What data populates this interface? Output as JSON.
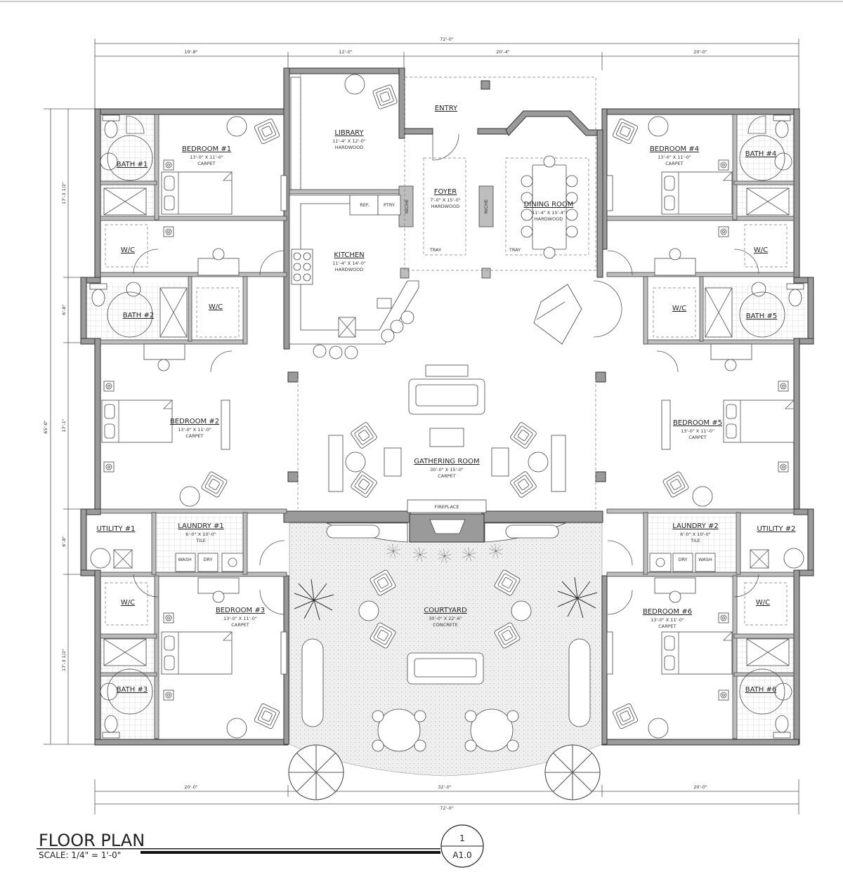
{
  "title": "FLOOR PLAN",
  "scale": "SCALE: 1/4\" = 1'-0\"",
  "sheet": {
    "number": "1",
    "id": "A1.0"
  },
  "dims": {
    "overall_width": "72'-0\"",
    "top_1": "19'-8\"",
    "top_2": "12'-0\"",
    "top_3": "20'-4\"",
    "top_4": "20'-0\"",
    "bottom_1": "20'-0\"",
    "bottom_2": "32'-0\"",
    "bottom_3": "20'-0\"",
    "overall_depth": "65'-0\"",
    "left_1": "17'-3 1/2\"",
    "left_2": "6'-8\"",
    "left_3": "17'-1\"",
    "left_4": "6'-8\"",
    "left_5": "17'-3 1/2\""
  },
  "rooms": {
    "bedroom1": {
      "name": "BEDROOM #1",
      "size": "13'-0\" X 11'-0\"",
      "finish": "CARPET"
    },
    "bedroom2": {
      "name": "BEDROOM #2",
      "size": "13'-0\" X 11'-0\"",
      "finish": "CARPET"
    },
    "bedroom3": {
      "name": "BEDROOM #3",
      "size": "13'-0\" X 11'-0\"",
      "finish": "CARPET"
    },
    "bedroom4": {
      "name": "BEDROOM #4",
      "size": "13'-0\" X 11'-0\"",
      "finish": "CARPET"
    },
    "bedroom5": {
      "name": "BEDROOM #5",
      "size": "13'-0\" X 11'-0\"",
      "finish": "CARPET"
    },
    "bedroom6": {
      "name": "BEDROOM #6",
      "size": "13'-0\" X 11'-0\"",
      "finish": "CARPET"
    },
    "library": {
      "name": "LIBRARY",
      "size": "11'-4\" X 12'-0\"",
      "finish": "HARDWOOD"
    },
    "kitchen": {
      "name": "KITCHEN",
      "size": "11'-4\" X 14'-0\"",
      "finish": "HARDWOOD"
    },
    "foyer": {
      "name": "FOYER",
      "size": "7'-0\" X 15'-0\"",
      "finish": "HARDWOOD"
    },
    "dining": {
      "name": "DINING ROOM",
      "size": "11'-4\" X 15'-4\"",
      "finish": "HARDWOOD"
    },
    "gathering": {
      "name": "GATHERING ROOM",
      "size": "30'-0\" X 15'-0\"",
      "finish": "CARPET"
    },
    "courtyard": {
      "name": "COURTYARD",
      "size": "30'-0\" X 22'-6\"",
      "finish": "CONCRETE"
    },
    "laundry1": {
      "name": "LAUNDRY #1",
      "size": "6'-0\" X 10'-0\"",
      "finish": "TILE"
    },
    "laundry2": {
      "name": "LAUNDRY #2",
      "size": "6'-0\" X 10'-0\"",
      "finish": "TILE"
    },
    "entry": {
      "name": "ENTRY"
    },
    "utility1": {
      "name": "UTILITY #1"
    },
    "utility2": {
      "name": "UTILITY #2"
    },
    "bath1": {
      "name": "BATH #1"
    },
    "bath2": {
      "name": "BATH #2"
    },
    "bath3": {
      "name": "BATH #3"
    },
    "bath4": {
      "name": "BATH #4"
    },
    "bath5": {
      "name": "BATH #5"
    },
    "bath6": {
      "name": "BATH #6"
    }
  },
  "labels": {
    "wic": "W/C",
    "ref": "REF.",
    "ptry": "PTRY",
    "niche": "NICHE",
    "tray": "TRAY",
    "fireplace": "FIREPLACE",
    "wash": "WASH",
    "dry": "DRY"
  }
}
